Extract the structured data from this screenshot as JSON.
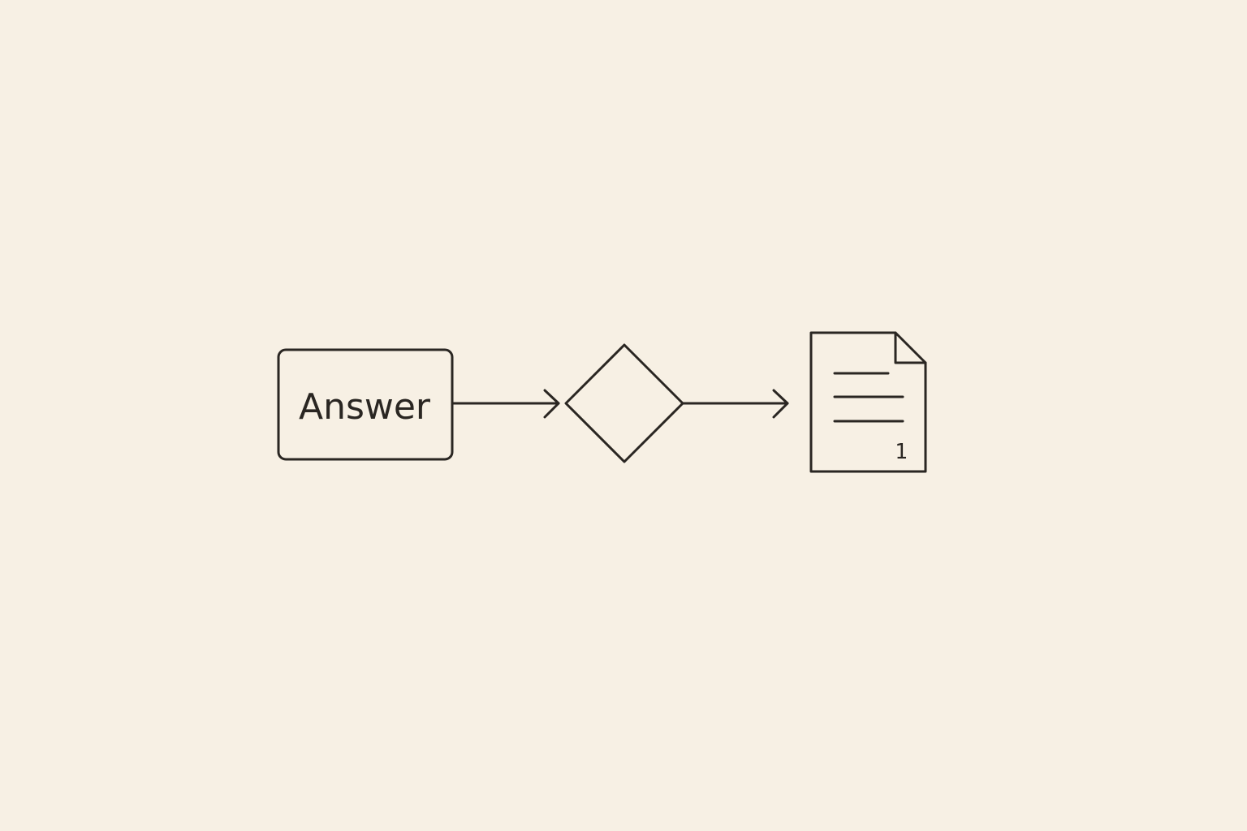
{
  "diagram": {
    "type": "flowchart",
    "direction": "left-to-right",
    "stroke_color": "#2a2622",
    "background_color": "#f7f0e4",
    "nodes": [
      {
        "id": "answer",
        "shape": "rounded-rectangle",
        "label": "Answer"
      },
      {
        "id": "decision",
        "shape": "diamond",
        "label": ""
      },
      {
        "id": "document",
        "shape": "document-icon",
        "page_number": "1"
      }
    ],
    "edges": [
      {
        "from": "answer",
        "to": "decision",
        "arrow": "open-chevron"
      },
      {
        "from": "decision",
        "to": "document",
        "arrow": "open-chevron"
      }
    ]
  }
}
